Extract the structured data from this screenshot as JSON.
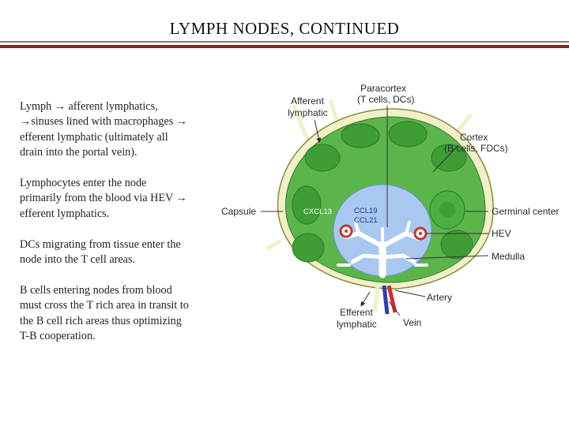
{
  "slide": {
    "title": "LYMPH NODES, CONTINUED"
  },
  "body": {
    "paragraphs": [
      {
        "lines": [
          "Lymph → afferent lymphatics,",
          "→sinuses lined with macrophages →",
          "efferent lymphatic (ultimately all",
          "drain into the portal vein)."
        ]
      },
      {
        "lines": [
          "Lymphocytes enter the node",
          "primarily from the blood via HEV →",
          "efferent lymphatics."
        ]
      },
      {
        "lines": [
          "DCs migrating from tissue enter the",
          "node into the T cell areas."
        ]
      },
      {
        "lines": [
          "B cells entering nodes from blood",
          "must cross the T rich area in transit to",
          "the B cell rich areas thus optimizing",
          "T-B cooperation."
        ]
      }
    ]
  },
  "diagram": {
    "labels": {
      "paracortex_1": "Paracortex",
      "paracortex_2": "(T cells, DCs)",
      "afferent_1": "Afferent",
      "afferent_2": "lymphatic",
      "cortex_1": "Cortex",
      "cortex_2": "(B cells, FDCs)",
      "capsule": "Capsule",
      "cxcl13": "CXCL13",
      "ccl19": "CCL19",
      "ccl21": "CCL21",
      "germinal_center": "Germinal center",
      "hev": "HEV",
      "medulla": "Medulla",
      "artery": "Artery",
      "efferent_1": "Efferent",
      "efferent_2": "lymphatic",
      "vein": "Vein"
    },
    "colors": {
      "capsule": "#f2f0c8",
      "cortex": "#5bb54a",
      "follicle": "#3f9d35",
      "paracortex": "#a9c8f0",
      "medulla": "#ffffff",
      "hev": "#c0392b",
      "artery": "#d62a2a",
      "vein": "#2a3fb0"
    }
  }
}
